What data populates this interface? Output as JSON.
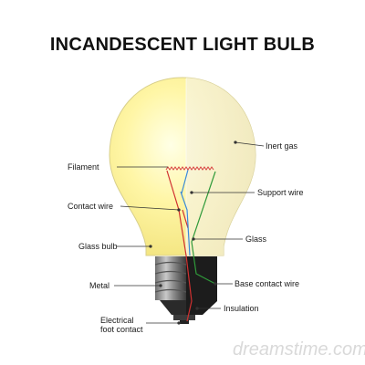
{
  "title": "INCANDESCENT LIGHT BULB",
  "labels": {
    "inert_gas": "Inert gas",
    "filament": "Filament",
    "support_wire": "Support wire",
    "contact_wire": "Contact wire",
    "glass": "Glass",
    "glass_bulb": "Glass bulb",
    "metal": "Metal",
    "base_contact_wire": "Base contact wire",
    "insulation": "Insulation",
    "electrical_foot_contact_line1": "Electrical",
    "electrical_foot_contact_line2": "foot contact"
  },
  "watermark": "dreamstime.com",
  "colors": {
    "glass_glow": "#fff7a8",
    "glass_edge": "#e2d88a",
    "base_metal": "#8a8a8a",
    "base_dark": "#1c1c1c",
    "wire_red": "#d03030",
    "wire_green": "#2f9a3a",
    "wire_blue": "#3a8ad8"
  }
}
